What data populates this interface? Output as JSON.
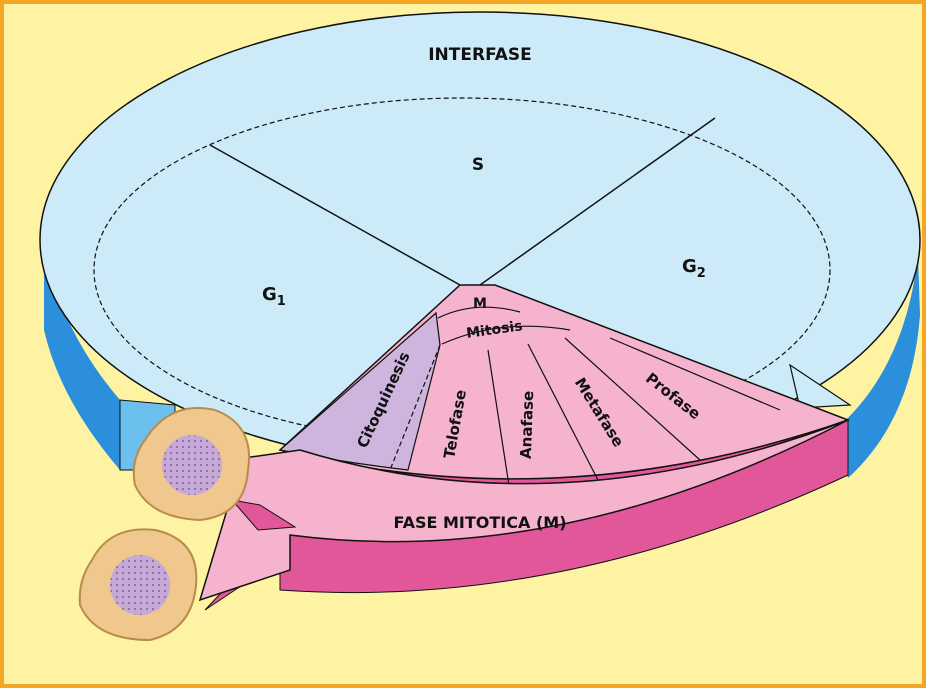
{
  "colors": {
    "frame": "#f5a623",
    "background": "#fdf3a3",
    "interphase_fill": "#cdeaf8",
    "interphase_side": "#2b8fdc",
    "mitotic_fill": "#f6b3cd",
    "mitotic_side": "#e2569a",
    "cytokinesis_fill": "#cdb5dd",
    "cell_outer": "#f0c88d",
    "cell_nucleus": "#c7a9d8"
  },
  "diagram": {
    "outer_ring_label": "INTERFASE",
    "phases": {
      "s": "S",
      "g1": "G",
      "g1_sub": "1",
      "g2": "G",
      "g2_sub": "2"
    },
    "mitotic": {
      "m_label": "M",
      "mitosis_label": "Mitosis",
      "substages": [
        "Citoquinesis",
        "Telofase",
        "Anafase",
        "Metafase",
        "Profase"
      ],
      "arrow_label": "FASE MITOTICA (M)"
    }
  }
}
